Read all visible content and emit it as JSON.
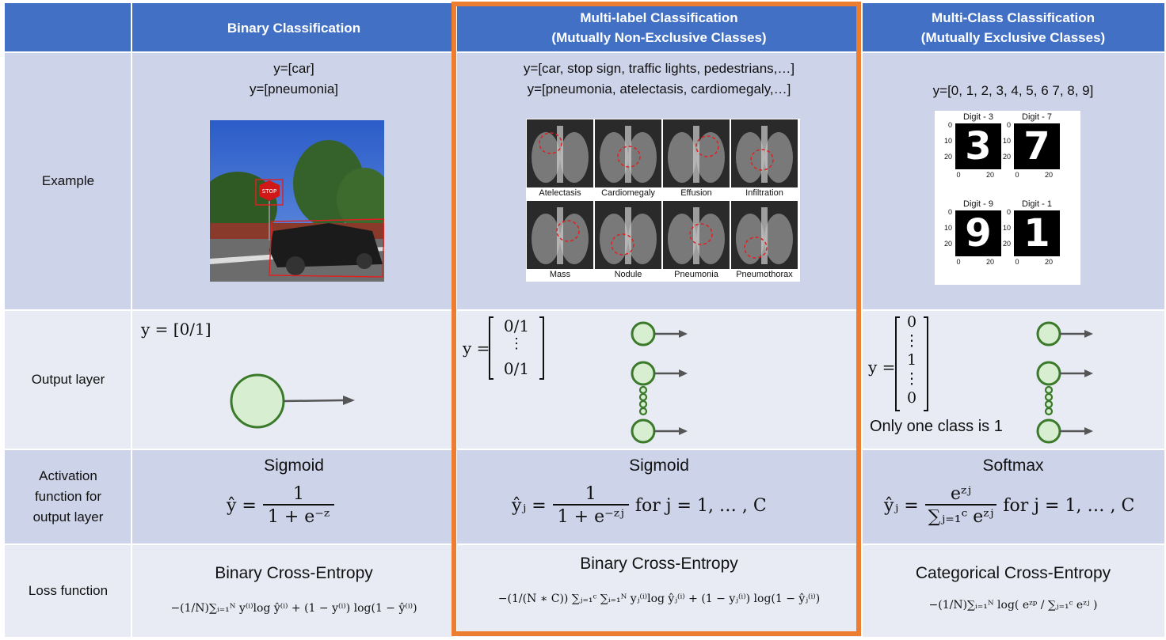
{
  "header": {
    "col1": "Binary Classification",
    "col2_line1": "Multi-label Classification",
    "col2_line2": "(Mutually Non-Exclusive Classes)",
    "col3_line1": "Multi-Class Classification",
    "col3_line2": "(Mutually Exclusive Classes)"
  },
  "rows": {
    "example": "Example",
    "output": "Output layer",
    "activation_l1": "Activation",
    "activation_l2": "function for",
    "activation_l3": "output layer",
    "loss": "Loss function"
  },
  "example": {
    "binary_l1": "y=[car]",
    "binary_l2": "y=[pneumonia]",
    "stop_sign": "STOP",
    "multilabel_l1": "y=[car, stop sign, traffic lights, pedestrians,…]",
    "multilabel_l2": "y=[pneumonia, atelectasis, cardiomegaly,…]",
    "xray_labels": [
      "Atelectasis",
      "Cardiomegaly",
      "Effusion",
      "Infiltration",
      "Mass",
      "Nodule",
      "Pneumonia",
      "Pneumothorax"
    ],
    "multiclass": "y=[0, 1, 2, 3, 4, 5, 6 7, 8, 9]",
    "digits": [
      {
        "title": "Digit - 3",
        "digit": "3"
      },
      {
        "title": "Digit - 7",
        "digit": "7"
      },
      {
        "title": "Digit - 9",
        "digit": "9"
      },
      {
        "title": "Digit - 1",
        "digit": "1"
      }
    ],
    "digit_ticks_y": [
      "0",
      "10",
      "20"
    ],
    "digit_ticks_x": [
      "0",
      "20"
    ]
  },
  "output": {
    "binary": "y = [0/1]",
    "multilabel_y": "y =",
    "multilabel_top": "0/1",
    "multilabel_dots": "⋮",
    "multilabel_bottom": "0/1",
    "multiclass_y": "y =",
    "multiclass_vals": [
      "0",
      "⋮",
      "1",
      "⋮",
      "0"
    ],
    "multiclass_note": "Only one class is 1"
  },
  "activation": {
    "binary_name": "Sigmoid",
    "multilabel_name": "Sigmoid",
    "multiclass_name": "Softmax",
    "one": "1",
    "yhat": "ŷ =",
    "yhat_j": "ŷⱼ =",
    "denom_binary": "1 +  e⁻ᶻ",
    "denom_multilabel": "1 +  e⁻ᶻʲ",
    "for_j": "for j = 1, … , C",
    "softmax_num": "eᶻʲ",
    "softmax_den": "∑ⱼ₌₁ᶜ eᶻʲ"
  },
  "loss": {
    "binary_name": "Binary Cross-Entropy",
    "multilabel_name": "Binary Cross-Entropy",
    "multiclass_name": "Categorical Cross-Entropy",
    "binary_formula": "−(1/N)∑ᵢ₌₁ᴺ y⁽ⁱ⁾log ŷ⁽ⁱ⁾ + (1 − y⁽ⁱ⁾) log(1 − ŷ⁽ⁱ⁾)",
    "multilabel_formula": "−(1/(N ∗ C)) ∑ⱼ₌₁ᶜ ∑ᵢ₌₁ᴺ yⱼ⁽ⁱ⁾log ŷⱼ⁽ⁱ⁾ + (1 − yⱼ⁽ⁱ⁾) log(1 − ŷⱼ⁽ⁱ⁾)",
    "multiclass_formula": "−(1/N)∑ᵢ₌₁ᴺ log( eᶻᵖ / ∑ⱼ₌₁ᶜ eᶻʲ )"
  },
  "colors": {
    "header_bg": "#4170c4",
    "row_dark": "#cdd3e8",
    "row_light": "#e8ebf4",
    "highlight": "#ed7d31",
    "neuron_fill": "#d7eed0",
    "neuron_stroke": "#3a7a2a",
    "arrow": "#555555"
  },
  "icons": {
    "neuron": "circle-node-icon",
    "arrow": "right-arrow-icon"
  }
}
